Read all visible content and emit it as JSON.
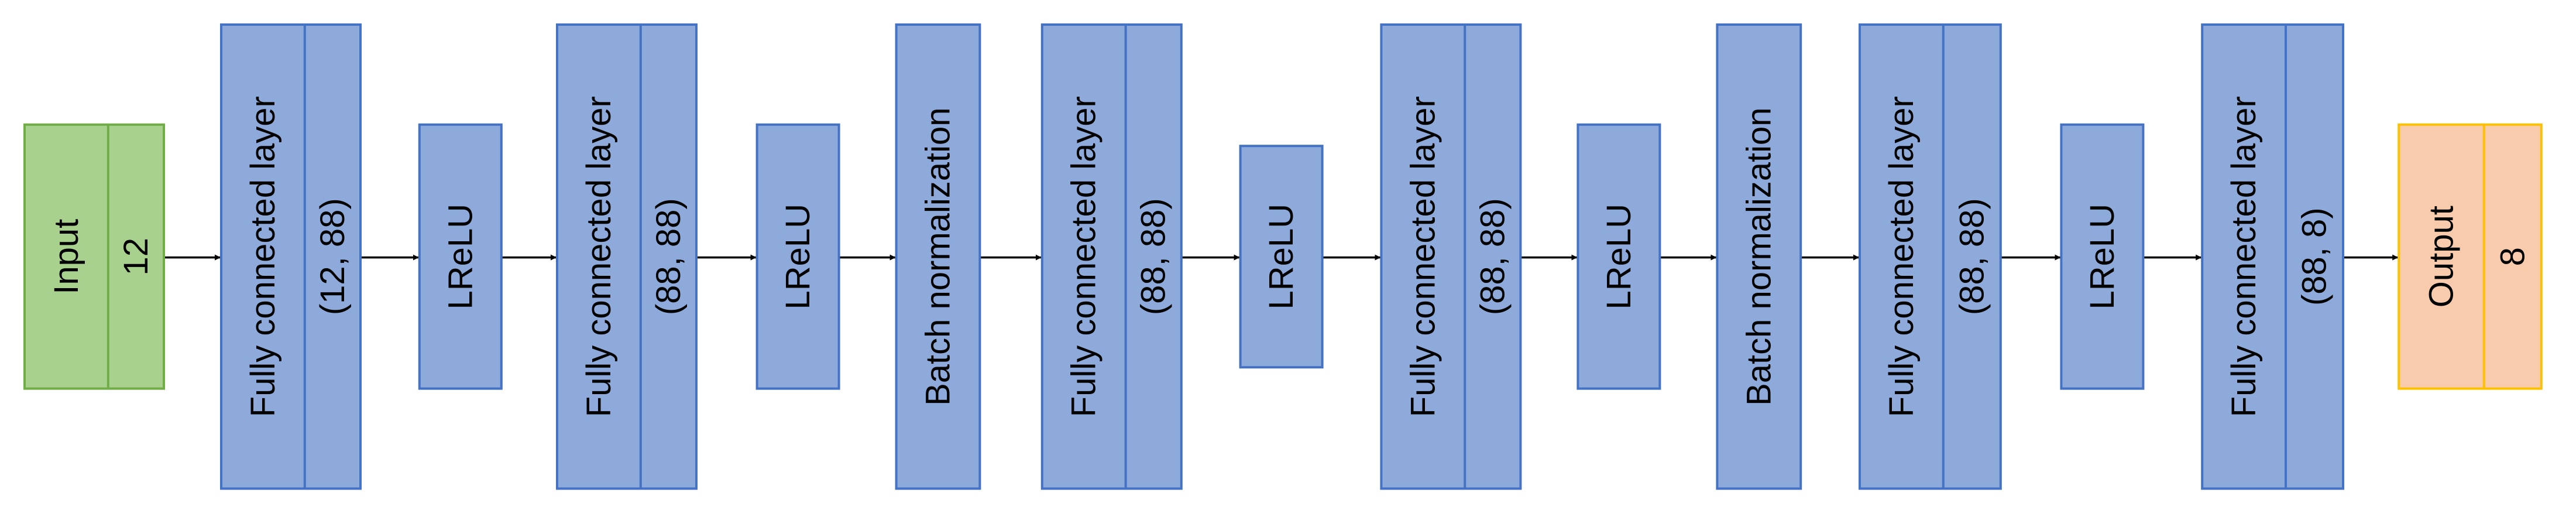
{
  "colors": {
    "input_fill": "#a9d18e",
    "input_stroke": "#70ad47",
    "layer_fill": "#8eaadb",
    "layer_stroke": "#4472c4",
    "output_fill": "#f8cbad",
    "output_stroke": "#ffc000",
    "arrow": "#000000"
  },
  "blocks": [
    {
      "id": "input",
      "kind": "input",
      "label": "Input",
      "sub": "12"
    },
    {
      "id": "fc1",
      "kind": "layer",
      "label": "Fully connected layer",
      "sub": "(12, 88)"
    },
    {
      "id": "lrelu1",
      "kind": "layer",
      "label": "LReLU"
    },
    {
      "id": "fc2",
      "kind": "layer",
      "label": "Fully connected layer",
      "sub": "(88, 88)"
    },
    {
      "id": "lrelu2",
      "kind": "layer",
      "label": "LReLU"
    },
    {
      "id": "bn1",
      "kind": "layer",
      "label": "Batch normalization"
    },
    {
      "id": "fc3",
      "kind": "layer",
      "label": "Fully connected layer",
      "sub": "(88, 88)"
    },
    {
      "id": "lrelu3",
      "kind": "layer",
      "label": "LReLU"
    },
    {
      "id": "fc4",
      "kind": "layer",
      "label": "Fully connected layer",
      "sub": "(88, 88)"
    },
    {
      "id": "lrelu4",
      "kind": "layer",
      "label": "LReLU"
    },
    {
      "id": "bn2",
      "kind": "layer",
      "label": "Batch normalization"
    },
    {
      "id": "fc5",
      "kind": "layer",
      "label": "Fully connected layer",
      "sub": "(88, 88)"
    },
    {
      "id": "lrelu5",
      "kind": "layer",
      "label": "LReLU"
    },
    {
      "id": "fc6",
      "kind": "layer",
      "label": "Fully connected layer",
      "sub": "(88, 8)"
    },
    {
      "id": "output",
      "kind": "output",
      "label": "Output",
      "sub": "8"
    }
  ]
}
